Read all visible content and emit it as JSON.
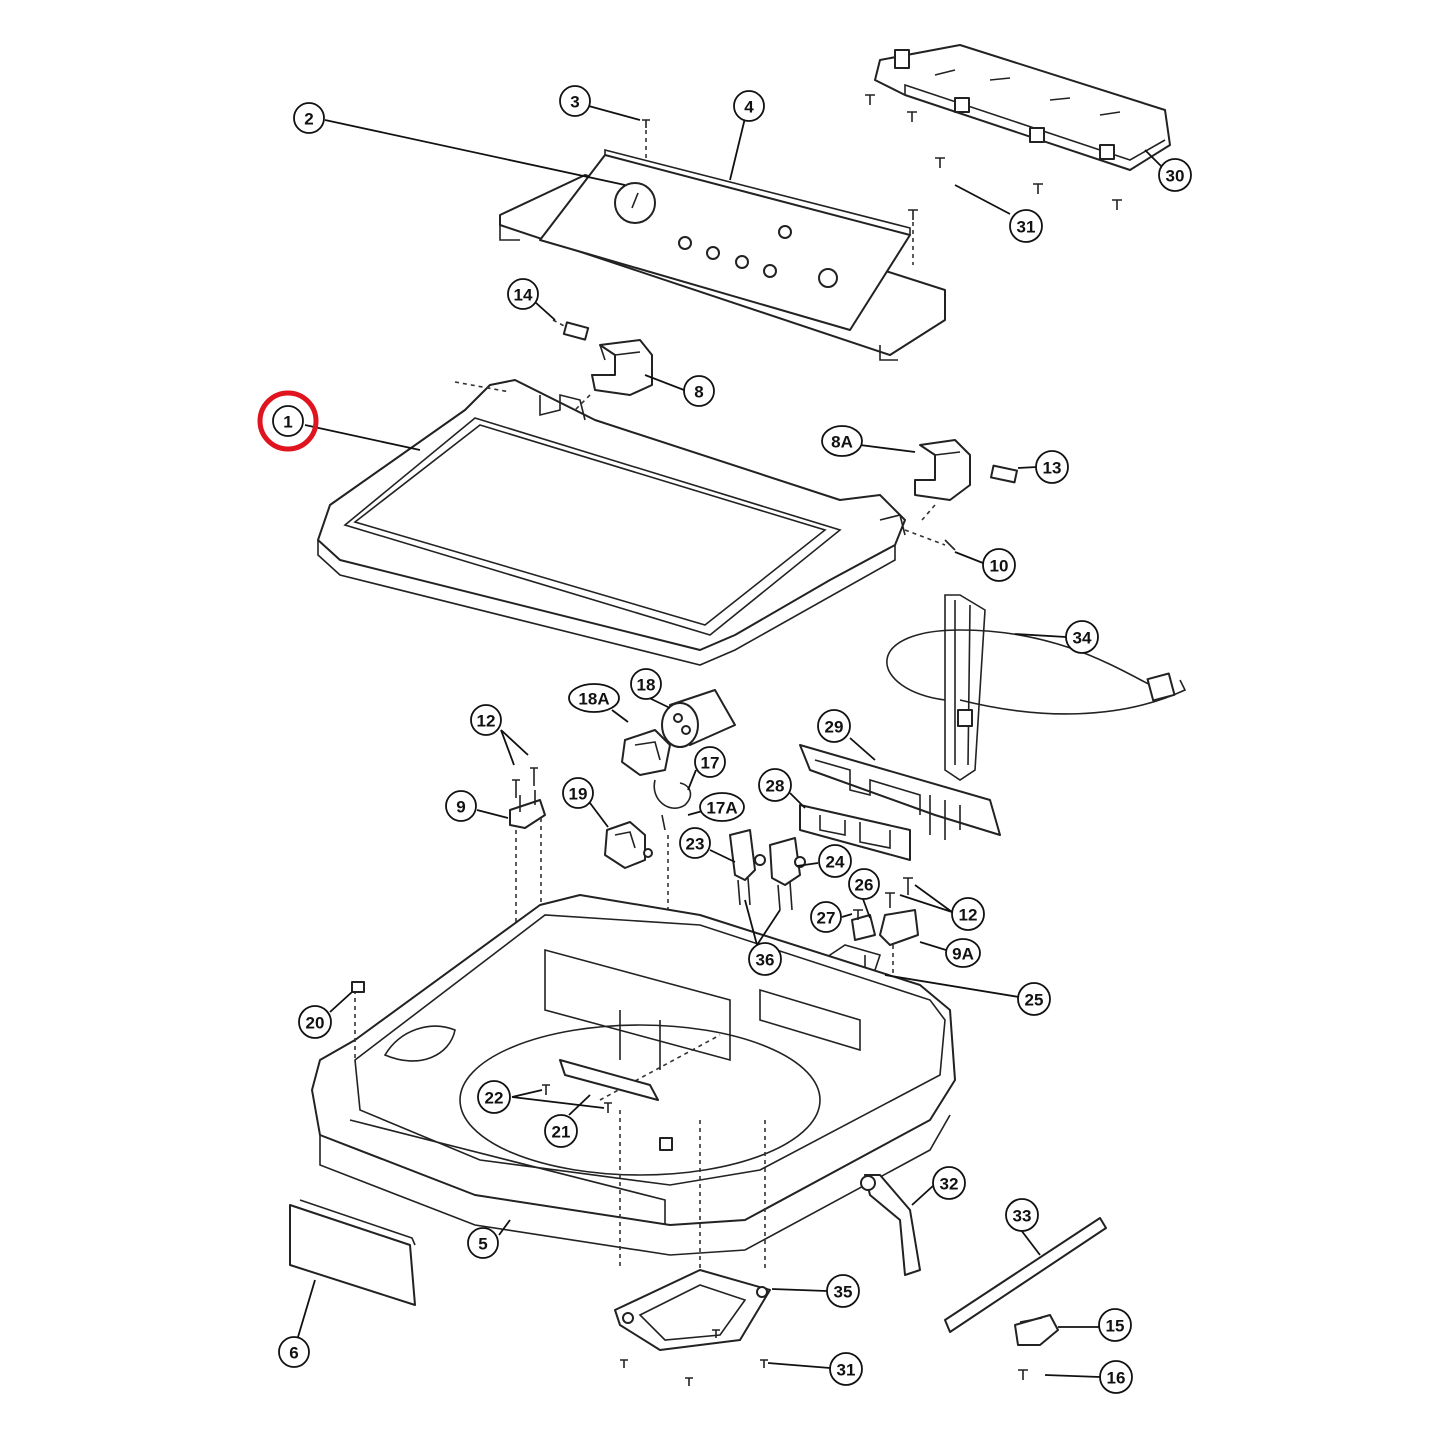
{
  "highlight_color": "#e0141e",
  "highlighted_part": "1",
  "callouts": [
    {
      "id": "c1",
      "label": "1"
    },
    {
      "id": "c2",
      "label": "2"
    },
    {
      "id": "c3",
      "label": "3"
    },
    {
      "id": "c4",
      "label": "4"
    },
    {
      "id": "c30",
      "label": "30"
    },
    {
      "id": "c31a",
      "label": "31"
    },
    {
      "id": "c14",
      "label": "14"
    },
    {
      "id": "c8",
      "label": "8"
    },
    {
      "id": "c8a",
      "label": "8A"
    },
    {
      "id": "c13",
      "label": "13"
    },
    {
      "id": "c10",
      "label": "10"
    },
    {
      "id": "c34",
      "label": "34"
    },
    {
      "id": "c18a",
      "label": "18A"
    },
    {
      "id": "c18",
      "label": "18"
    },
    {
      "id": "c12a",
      "label": "12"
    },
    {
      "id": "c29",
      "label": "29"
    },
    {
      "id": "c17",
      "label": "17"
    },
    {
      "id": "c17a",
      "label": "17A"
    },
    {
      "id": "c19",
      "label": "19"
    },
    {
      "id": "c9",
      "label": "9"
    },
    {
      "id": "c28",
      "label": "28"
    },
    {
      "id": "c23",
      "label": "23"
    },
    {
      "id": "c24",
      "label": "24"
    },
    {
      "id": "c26",
      "label": "26"
    },
    {
      "id": "c12b",
      "label": "12"
    },
    {
      "id": "c27",
      "label": "27"
    },
    {
      "id": "c9a",
      "label": "9A"
    },
    {
      "id": "c36",
      "label": "36"
    },
    {
      "id": "c25",
      "label": "25"
    },
    {
      "id": "c20",
      "label": "20"
    },
    {
      "id": "c22",
      "label": "22"
    },
    {
      "id": "c21",
      "label": "21"
    },
    {
      "id": "c32",
      "label": "32"
    },
    {
      "id": "c33",
      "label": "33"
    },
    {
      "id": "c5",
      "label": "5"
    },
    {
      "id": "c35",
      "label": "35"
    },
    {
      "id": "c15",
      "label": "15"
    },
    {
      "id": "c6",
      "label": "6"
    },
    {
      "id": "c31b",
      "label": "31"
    },
    {
      "id": "c16",
      "label": "16"
    }
  ]
}
